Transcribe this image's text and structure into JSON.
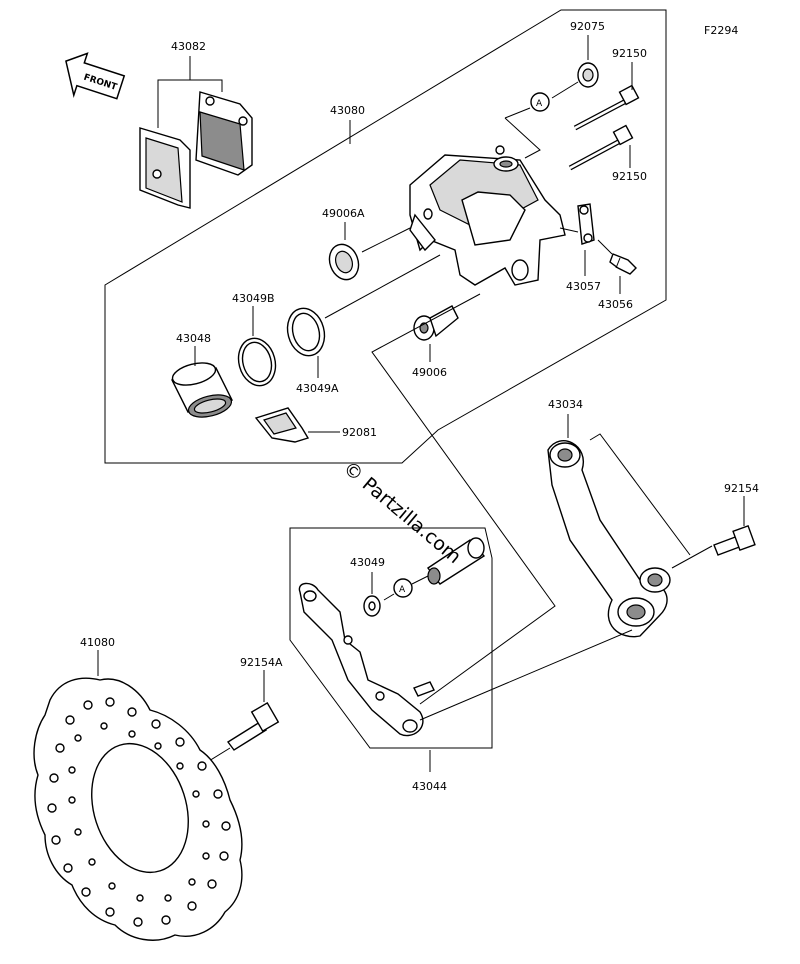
{
  "figure_code": "F2294",
  "front_arrow_label": "FRONT",
  "watermark": "© Partzilla.com",
  "callout_letter": "A",
  "parts": {
    "p43082": "43082",
    "p43080": "43080",
    "p92075": "92075",
    "p92150_top": "92150",
    "p92150_bottom": "92150",
    "p49006A": "49006A",
    "p43049B": "43049B",
    "p43048": "43048",
    "p43049A": "43049A",
    "p49006": "49006",
    "p43057": "43057",
    "p43056": "43056",
    "p92081": "92081",
    "p43034": "43034",
    "p92154": "92154",
    "p43049": "43049",
    "p41080": "41080",
    "p92154A": "92154A",
    "p43044": "43044"
  }
}
